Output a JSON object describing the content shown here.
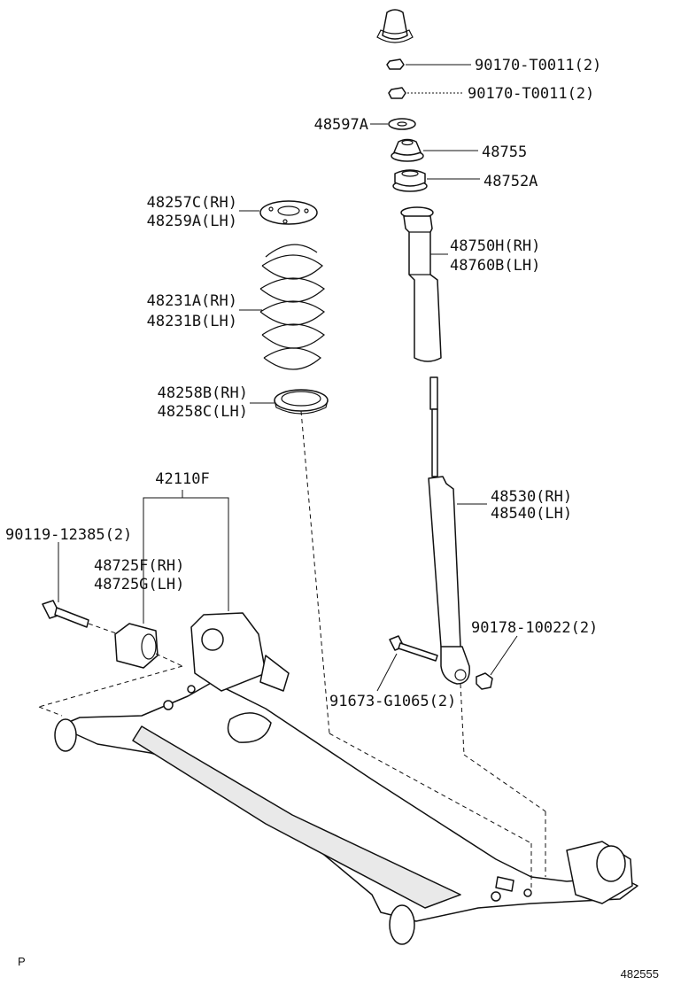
{
  "labels": {
    "bump_cap": "",
    "nut_upper": "90170-T0011(2)",
    "nut_lower": "90170-T0011(2)",
    "washer": "48597A",
    "upper_support": "48755",
    "support_cushion": "48752A",
    "insulator_upper_rh": "48257C(RH)",
    "insulator_upper_lh": "48259A(LH)",
    "bumper_rh": "48750H(RH)",
    "bumper_lh": "48760B(LH)",
    "spring_rh": "48231A(RH)",
    "spring_lh": "48231B(LH)",
    "insulator_lower_rh": "48258B(RH)",
    "insulator_lower_lh": "48258C(LH)",
    "beam": "42110F",
    "shock_rh": "48530(RH)",
    "shock_lh": "48540(LH)",
    "beam_bolt": "90119-12385(2)",
    "bushing_rh": "48725F(RH)",
    "bushing_lh": "48725G(LH)",
    "shock_nut": "90178-10022(2)",
    "shock_bolt": "91673-G1065(2)"
  },
  "corner": {
    "left": "P",
    "right": "482555"
  }
}
